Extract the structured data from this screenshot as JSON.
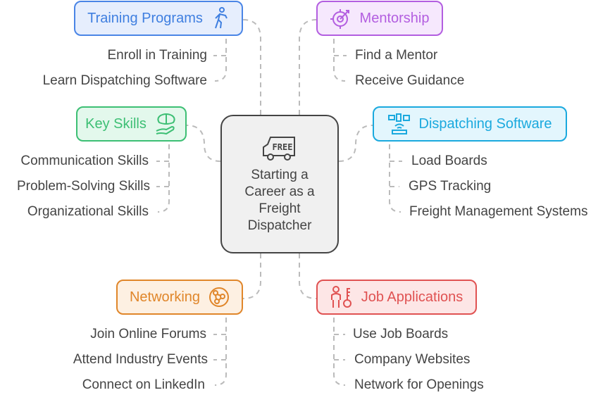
{
  "center": {
    "title": "Starting a Career as a Freight Dispatcher",
    "icon": "free-delivery-truck-icon",
    "icon_text": "FREE"
  },
  "categories": [
    {
      "label": "Training Programs",
      "icon": "running-person-icon",
      "color": "#3f7fe0",
      "fill": "#e6eefd",
      "items": [
        "Enroll in Training",
        "Learn Dispatching Software"
      ]
    },
    {
      "label": "Mentorship",
      "icon": "target-icon",
      "color": "#b35ee0",
      "fill": "#f6e8fd",
      "items": [
        "Find a Mentor",
        "Receive Guidance"
      ]
    },
    {
      "label": "Key Skills",
      "icon": "brain-hand-icon",
      "color": "#3dbf74",
      "fill": "#e3f8ec",
      "items": [
        "Communication Skills",
        "Problem-Solving Skills",
        "Organizational Skills"
      ]
    },
    {
      "label": "Dispatching Software",
      "icon": "network-devices-icon",
      "color": "#1aa9de",
      "fill": "#e3f6fd",
      "items": [
        "Load Boards",
        "GPS Tracking",
        "Freight Management Systems"
      ]
    },
    {
      "label": "Networking",
      "icon": "globe-network-icon",
      "color": "#e0862a",
      "fill": "#fdf0e2",
      "items": [
        "Join Online Forums",
        "Attend Industry Events",
        "Connect on LinkedIn"
      ]
    },
    {
      "label": "Job Applications",
      "icon": "person-key-icon",
      "color": "#e05252",
      "fill": "#fde6e6",
      "items": [
        "Use Job Boards",
        "Company Websites",
        "Network for Openings"
      ]
    }
  ]
}
